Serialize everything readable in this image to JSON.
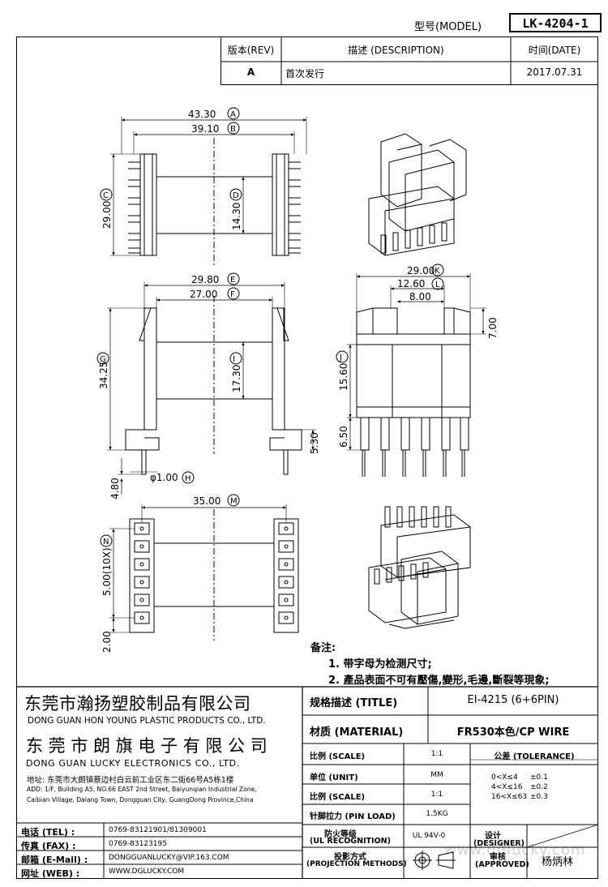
{
  "model": {
    "label": "型号(MODEL)",
    "value": "LK-4204-1"
  },
  "revision_table": {
    "headers": {
      "rev": "版本(REV)",
      "description": "描述 (DESCRIPTION)",
      "date": "时间(DATE)"
    },
    "row": {
      "rev": "A",
      "description": "首次发行",
      "date": "2017.07.31"
    }
  },
  "dimensions": {
    "top_view": {
      "overall_width": "43.30",
      "inner_width": "39.10",
      "height": "29.00",
      "inner_height": "14.30"
    },
    "front_view": {
      "width": "29.80",
      "inner_width": "27.00",
      "height": "34.25",
      "core_height": "17.30",
      "pin_standoff": "5.30",
      "pin_length": "4.80",
      "pin_diameter": "φ1.00"
    },
    "side_view": {
      "width": "29.00",
      "inner_width": "12.60",
      "slot_width": "8.00",
      "top_height": "7.00",
      "body_height": "15.60",
      "pin_height": "6.50"
    },
    "bottom_view": {
      "pin_span": "35.00",
      "pitch": "5.00(10X)",
      "offset": "2.00"
    },
    "markers": [
      "A",
      "B",
      "C",
      "D",
      "E",
      "F",
      "G",
      "H",
      "I",
      "J",
      "K",
      "L",
      "M",
      "N"
    ]
  },
  "notes": {
    "title": "备注:",
    "items": [
      "1. 带字母为检测尺寸;",
      "2. 產品表面不可有壓傷,變形,毛邊,斷裂等現象;"
    ]
  },
  "company": {
    "name1_cn": "东莞市瀚扬塑胶制品有限公司",
    "name1_en": "DONG GUAN HON YOUNG PLASTIC PRODUCTS CO., LTD.",
    "name2_cn": "东 莞 市 朗 旗 电 子 有 限 公 司",
    "name2_en": "DONG GUAN LUCKY ELECTRONICS CO., LTD.",
    "address_cn": "地址: 东莞市大朗镇蔡边村白云前工业区东二街66号A5栋1楼",
    "address_en1": "ADD: 1/F, Building A5, NO.66 EAST 2nd Street, Baiyunqian Industrial Zone,",
    "address_en2": "Caibian Village, Dalang Town, Dongguan City, GuangDong Province,China"
  },
  "contacts": [
    {
      "label": "电话 (TEL) :",
      "value": "0769-83121901/81309001"
    },
    {
      "label": "传真 (FAX) :",
      "value": "0769-83123195"
    },
    {
      "label": "邮箱 (E-Mail) :",
      "value": "DONGGUANLUCKY@VIP.163.COM"
    },
    {
      "label": "网址 (WEB) :",
      "value": "WWW.DGLUCKY.COM"
    }
  ],
  "title_block": {
    "title_label": "规格描述 (TITLE)",
    "title_value": "EI-4215 (6+6PIN)",
    "material_label": "材质 (MATERIAL)",
    "material_value": "FR530本色/CP WIRE",
    "scale_label": "比例 (SCALE)",
    "scale_value": "1:1",
    "unit_label": "单位 (UNIT)",
    "unit_value": "MM",
    "scale2_label": "比例 (SCALE)",
    "scale2_value": "1:1",
    "pin_load_label": "针脚拉力 (PIN LOAD)",
    "pin_load_value": "1.5KG",
    "fire_label_1": "防火等级",
    "fire_label_2": "(UL RECOGNITION)",
    "fire_value": "UL 94V-0",
    "proj_label_1": "投影方式",
    "proj_label_2": "(PROJECTION METHODS)",
    "tolerance_label": "公差 (TOLERANCE)",
    "tolerance_rows": [
      {
        "range": "0<X≤4",
        "value": "±0.1"
      },
      {
        "range": "4<X≤16",
        "value": "±0.2"
      },
      {
        "range": "16<X≤63",
        "value": "±0.3"
      }
    ],
    "designer_label_1": "设计",
    "designer_label_2": "(DESIGNER)",
    "approved_label_1": "审核",
    "approved_label_2": "(APPROVED)",
    "approved_value": "杨炳林",
    "watermark": "www.dglucky.com"
  }
}
